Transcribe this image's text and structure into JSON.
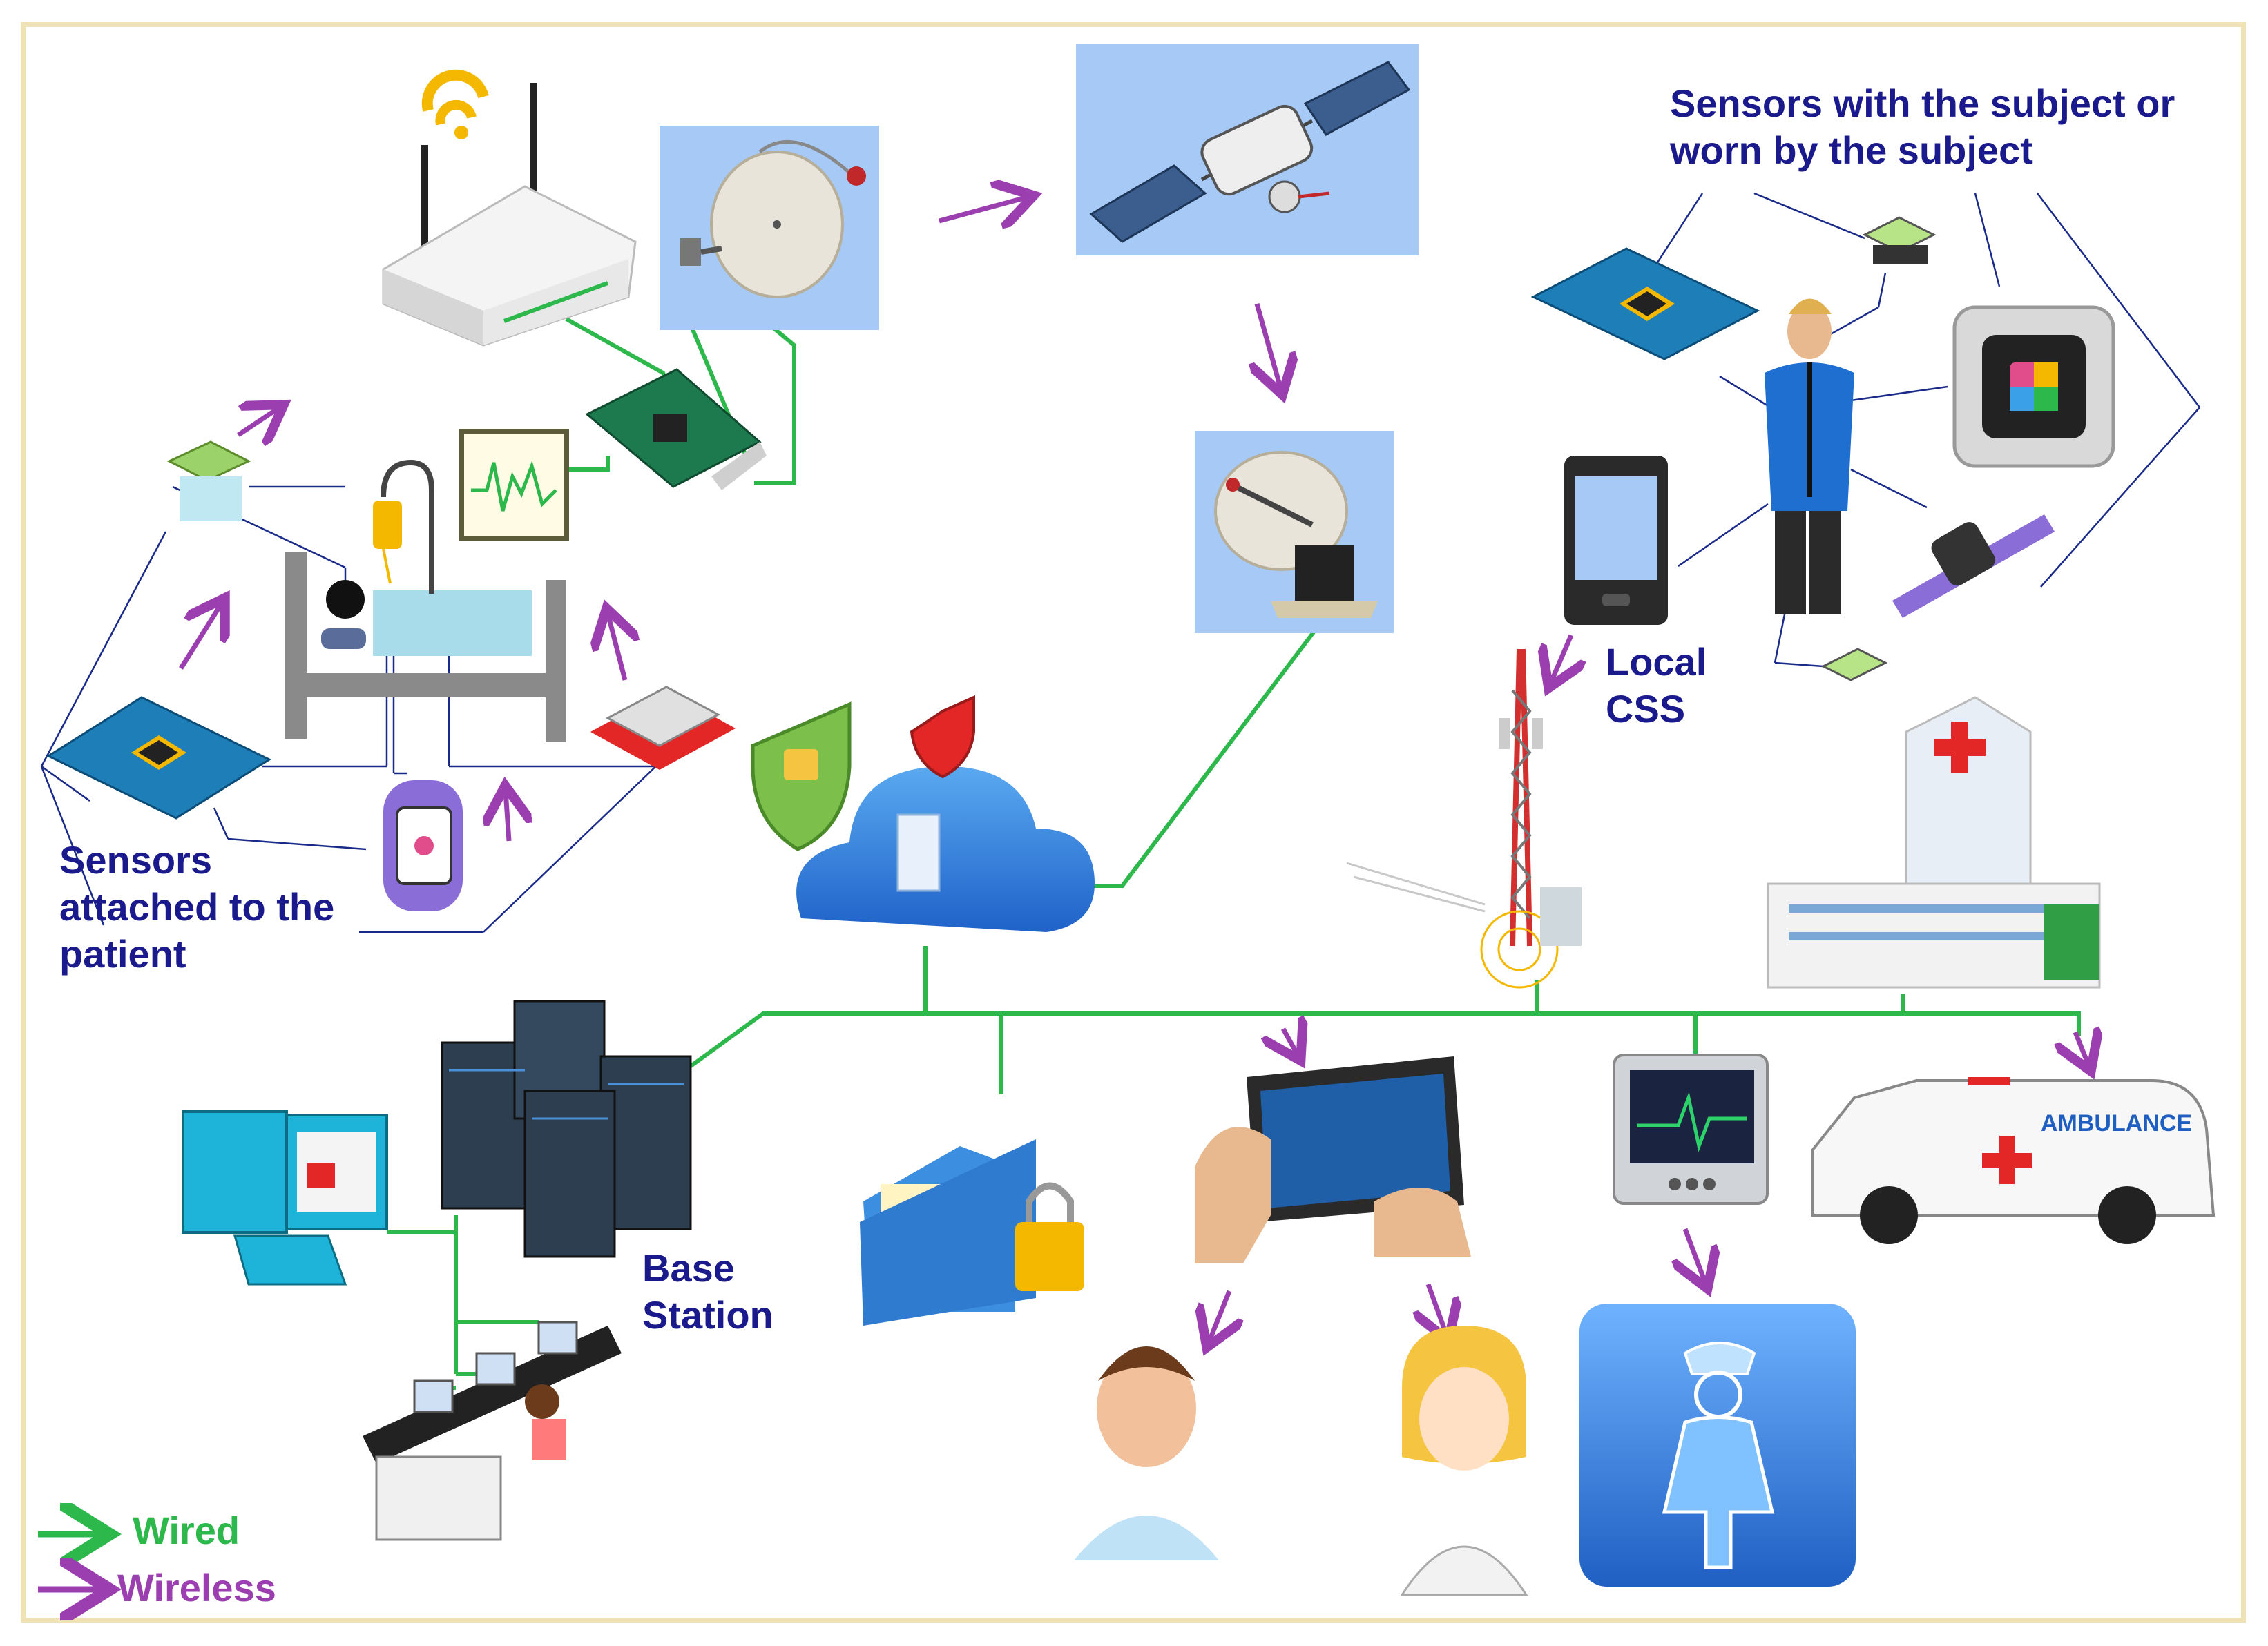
{
  "labels": {
    "sensors_subject_line1": "Sensors with the subject or",
    "sensors_subject_line2": "worn by the subject",
    "local_css_line1": "Local",
    "local_css_line2": "CSS",
    "sensors_patient_line1": "Sensors",
    "sensors_patient_line2": "attached to the",
    "sensors_patient_line3": "patient",
    "base_station_line1": "Base",
    "base_station_line2": "Station",
    "ambulance_text": "AMBULANCE"
  },
  "legend": {
    "wired": "Wired",
    "wireless": "Wireless",
    "wired_color": "#2db84b",
    "wireless_color": "#9b3fb0"
  },
  "icons": [
    "wifi-router-icon",
    "satellite-dish-icon",
    "satellite-icon",
    "ground-dish-icon",
    "sensor-chip-icon",
    "smartphone-icon",
    "cell-tower-icon",
    "hospital-icon",
    "hospital-bed-icon",
    "ecg-monitor-icon",
    "network-card-icon",
    "cloud-security-icon",
    "server-rack-icon",
    "desktop-computer-icon",
    "workstation-icon",
    "secure-folder-icon",
    "tablet-icon",
    "vital-monitor-icon",
    "ambulance-icon",
    "doctor-icon",
    "nurse-icon",
    "nurse-sign-icon",
    "smartwatch-icon",
    "person-icon"
  ]
}
